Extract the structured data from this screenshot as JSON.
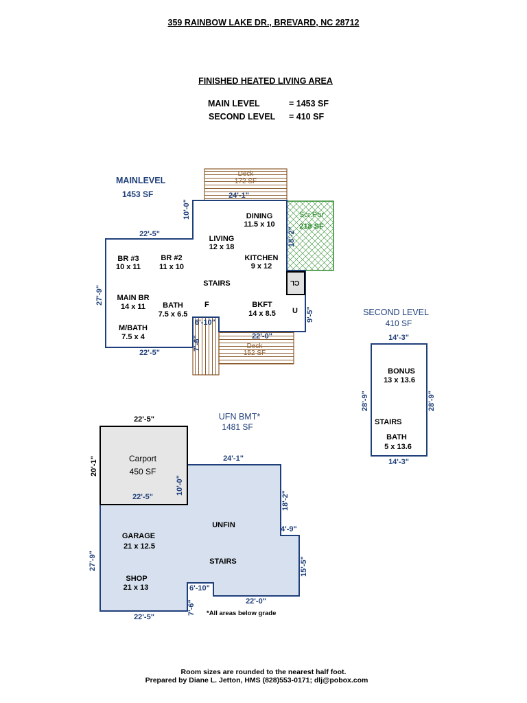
{
  "header": {
    "address": "359 RAINBOW LAKE DR., BREVARD, NC 28712",
    "area_title": "FINISHED HEATED LIVING AREA",
    "main_label": "MAIN LEVEL",
    "main_value": "=  1453  SF",
    "second_label": "SECOND LEVEL",
    "second_value": "=  410  SF"
  },
  "main_level": {
    "title": "MAINLEVEL",
    "area": "1453 SF",
    "rooms": {
      "dining_name": "DINING",
      "dining_size": "11.5 x 10",
      "living_name": "LIVING",
      "living_size": "12 x 18",
      "kitchen_name": "KITCHEN",
      "kitchen_size": "9 x 12",
      "br3_name": "BR #3",
      "br3_size": "10 x 11",
      "br2_name": "BR #2",
      "br2_size": "11 x 10",
      "stairs": "STAIRS",
      "mainbr_name": "MAIN BR",
      "mainbr_size": "14 x 11",
      "bath_name": "BATH",
      "bath_size": "7.5 x 6.5",
      "f": "F",
      "bkft_name": "BKFT",
      "bkft_size": "14 x 8.5",
      "u": "U",
      "mbath_name": "M/BATH",
      "mbath_size": "7.5 x 4",
      "cl": "CL"
    },
    "deck_top_name": "Deck",
    "deck_top_area": "172 SF",
    "deck_bottom_name": "Deck",
    "deck_bottom_area": "152 SF",
    "porch_name": "Scr.Por",
    "porch_area": "218 SF",
    "dims": {
      "top": "24'-1\"",
      "left_wall": "10'-0\"",
      "upper_left": "22'-5\"",
      "porch_side": "18'-2\"",
      "west": "27'-9\"",
      "east_low": "9'-5\"",
      "notch_top": "6'-10\"",
      "bottom_right": "22'-0\"",
      "notch_side": "7'-6\"",
      "bottom_left": "22'-5\""
    }
  },
  "second_level": {
    "title": "SECOND LEVEL",
    "area": "410 SF",
    "top_dim": "14'-3\"",
    "bottom_dim": "14'-3\"",
    "left_dim": "28'-9\"",
    "right_dim": "28'-9\"",
    "bonus_name": "BONUS",
    "bonus_size": "13 x 13.6",
    "stairs": "STAIRS",
    "bath_name": "BATH",
    "bath_size": "5 x 13.6"
  },
  "basement": {
    "title": "UFN BMT*",
    "area": "1481 SF",
    "carport_name": "Carport",
    "carport_area": "450 SF",
    "carport_top": "22'-5\"",
    "carport_bottom": "22'-5\"",
    "carport_side": "20'-1\"",
    "carport_right": "10'-0\"",
    "top": "24'-1\"",
    "right_upper": "18'-2\"",
    "step": "4'-9\"",
    "right_lower": "15'-5\"",
    "west": "27'-9\"",
    "notch_top": "6'-10\"",
    "bottom_right": "22'-0\"",
    "notch_side": "7'-6\"",
    "bottom_left": "22'-5\"",
    "unfin": "UNFIN",
    "garage_name": "GARAGE",
    "garage_size": "21 x 12.5",
    "stairs": "STAIRS",
    "shop_name": "SHOP",
    "shop_size": "21 x 13",
    "note": "*All areas below grade"
  },
  "footer": {
    "line1": "Room sizes are rounded to the nearest  half foot.",
    "line2": "Prepared by Diane L. Jetton, HMS (828)553-0171; dlj@pobox.com"
  },
  "colors": {
    "wall": "#1f3f7a",
    "deck": "#8b5a2b",
    "porch": "#2e8b2e",
    "basement_fill": "#d6e0ee",
    "carport_fill": "#e6e6e6"
  }
}
